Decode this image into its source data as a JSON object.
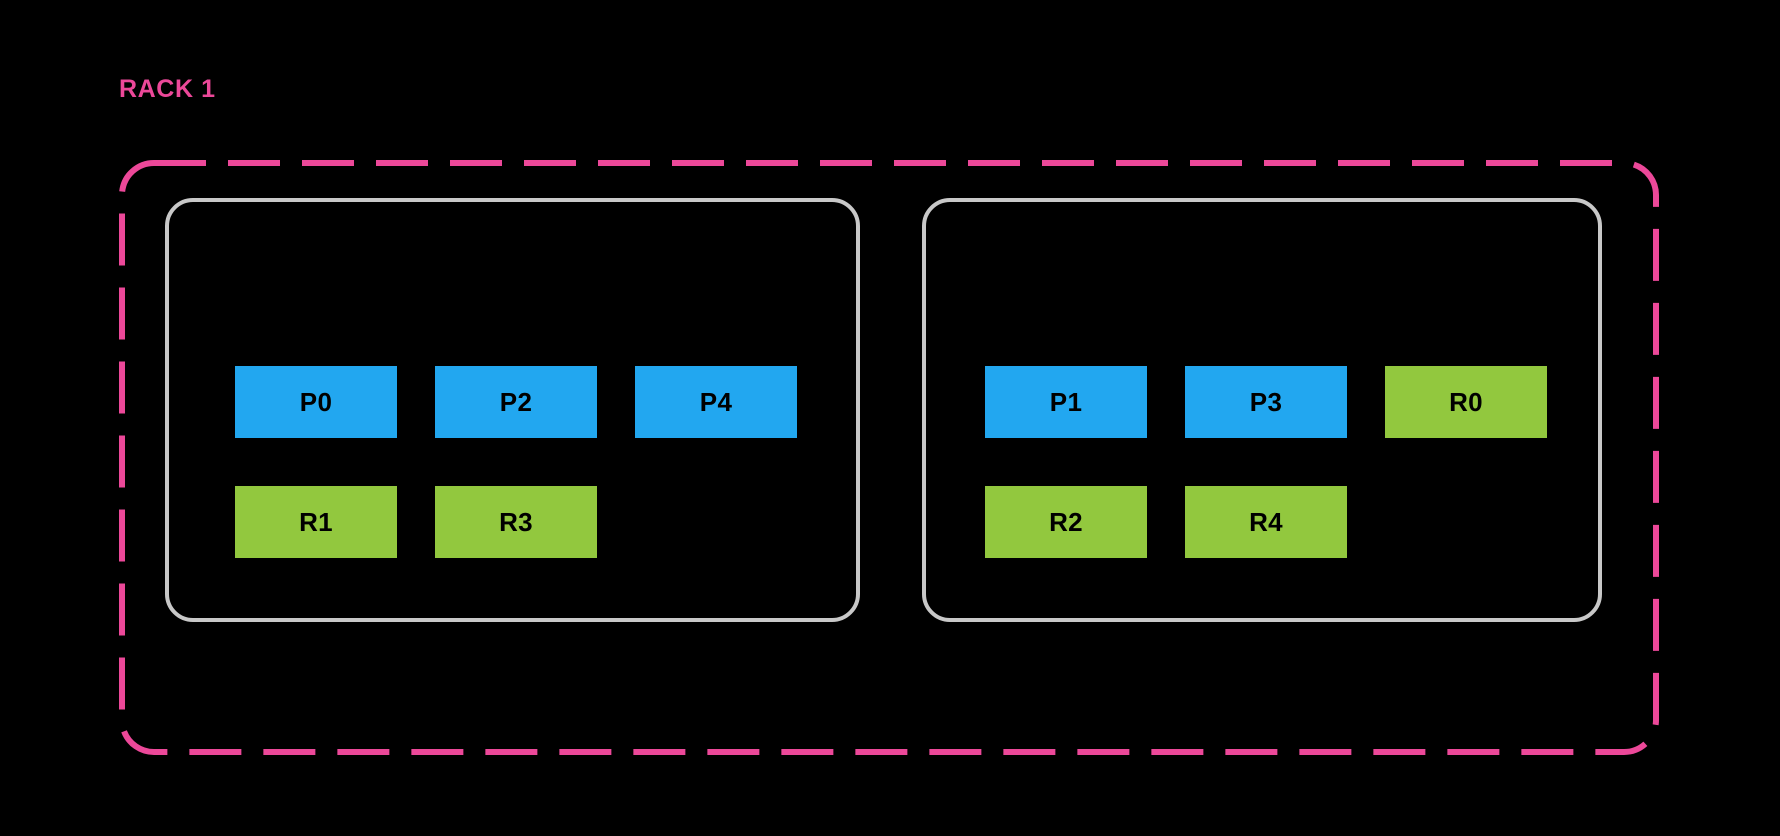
{
  "rack": {
    "label": "RACK 1",
    "label_color": "#EC4899",
    "boundary_style": "dashed",
    "boundary_color": "#EC4899"
  },
  "colors": {
    "background": "#000000",
    "primary_shard": "#22A7F0",
    "replica_shard": "#92C83E",
    "node_border": "#C8C8C8",
    "shard_text": "#000000"
  },
  "nodes": [
    {
      "id": "node-a",
      "rows": [
        {
          "id": "row-a-top",
          "shards": [
            {
              "label": "P0",
              "kind": "primary"
            },
            {
              "label": "P2",
              "kind": "primary"
            },
            {
              "label": "P4",
              "kind": "primary"
            }
          ]
        },
        {
          "id": "row-a-bottom",
          "shards": [
            {
              "label": "R1",
              "kind": "replica"
            },
            {
              "label": "R3",
              "kind": "replica"
            }
          ]
        }
      ]
    },
    {
      "id": "node-b",
      "rows": [
        {
          "id": "row-b-top",
          "shards": [
            {
              "label": "P1",
              "kind": "primary"
            },
            {
              "label": "P3",
              "kind": "primary"
            },
            {
              "label": "R0",
              "kind": "replica"
            }
          ]
        },
        {
          "id": "row-b-bottom",
          "shards": [
            {
              "label": "R2",
              "kind": "replica"
            },
            {
              "label": "R4",
              "kind": "replica"
            }
          ]
        }
      ]
    }
  ]
}
